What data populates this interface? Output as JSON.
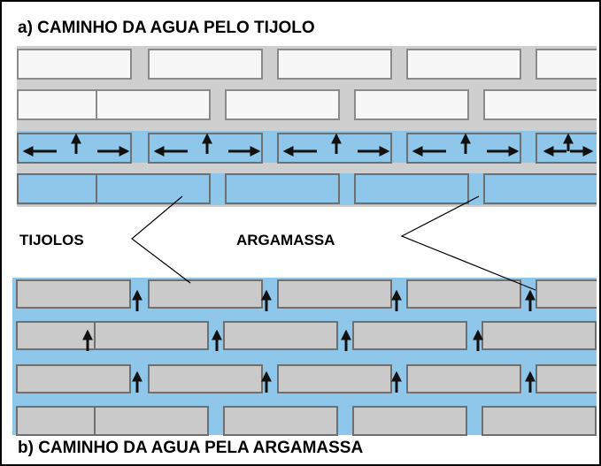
{
  "title_a": "a) CAMINHO DA AGUA PELO TIJOLO",
  "label_bricks": "TIJOLOS",
  "label_mortar": "ARGAMASSA",
  "title_b": "b) CAMINHO DA AGUA PELA ARGAMASSA",
  "colors": {
    "wet": "#8fc7ea",
    "mortar": "#cfcfcf",
    "brick_dry": "#f7f7f7",
    "brick_gray": "#cacaca",
    "brick_border": "#6f6f6f",
    "arrow": "#111111"
  },
  "icons": {
    "arrow_up": "up-arrow-icon",
    "arrow_left": "left-arrow-icon",
    "arrow_right": "right-arrow-icon"
  }
}
